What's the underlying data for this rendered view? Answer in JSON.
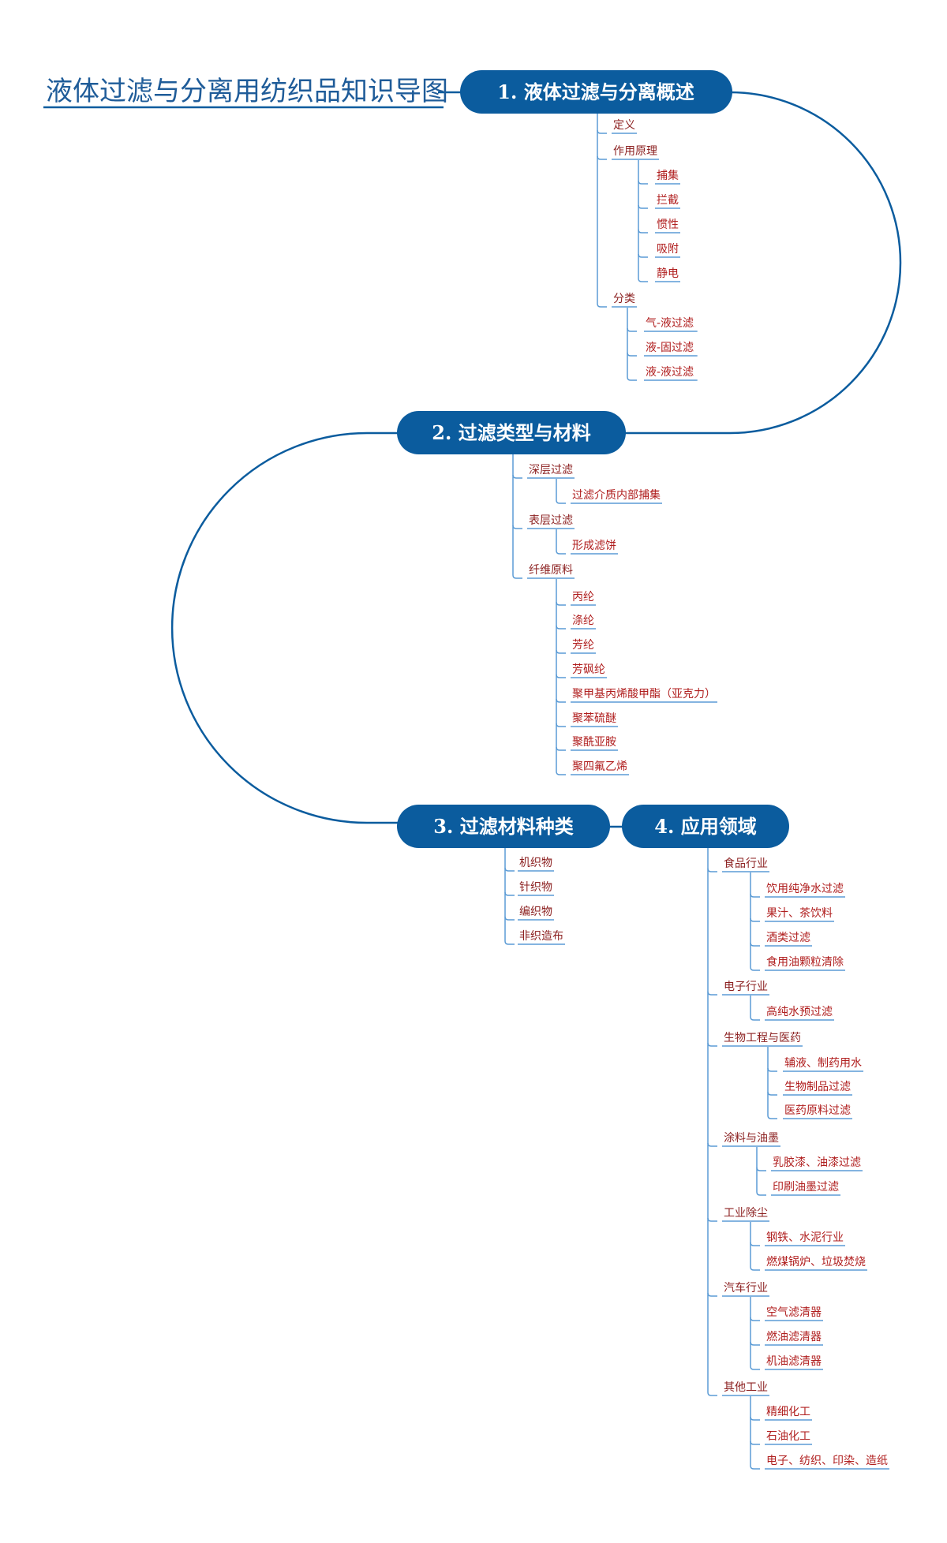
{
  "title": "液体过滤与分离用纺织品知识导图",
  "colors": {
    "primary": "#0b5c9e",
    "title_text": "#1f5c99",
    "sub_text": "#8b1f1f",
    "leaf_text": "#b01e1e",
    "line": "#5b9bd5"
  },
  "topics": [
    {
      "label": "1.  液体过滤与分离概述",
      "children": [
        {
          "label": "定义",
          "children": []
        },
        {
          "label": "作用原理",
          "children": [
            "捕集",
            "拦截",
            "惯性",
            "吸附",
            "静电"
          ]
        },
        {
          "label": "分类",
          "children": [
            "气-液过滤",
            "液-固过滤",
            "液-液过滤"
          ]
        }
      ]
    },
    {
      "label": "2.  过滤类型与材料",
      "children": [
        {
          "label": "深层过滤",
          "children": [
            "过滤介质内部捕集"
          ]
        },
        {
          "label": "表层过滤",
          "children": [
            "形成滤饼"
          ]
        },
        {
          "label": "纤维原料",
          "children": [
            "丙纶",
            "涤纶",
            "芳纶",
            "芳砜纶",
            "聚甲基丙烯酸甲酯（亚克力）",
            "聚苯硫醚",
            "聚酰亚胺",
            "聚四氟乙烯"
          ]
        }
      ]
    },
    {
      "label": "3.  过滤材料种类",
      "children": [
        {
          "label": "机织物",
          "children": []
        },
        {
          "label": "针织物",
          "children": []
        },
        {
          "label": "编织物",
          "children": []
        },
        {
          "label": "非织造布",
          "children": []
        }
      ]
    },
    {
      "label": "4.  应用领域",
      "children": [
        {
          "label": "食品行业",
          "children": [
            "饮用纯净水过滤",
            "果汁、茶饮料",
            "酒类过滤",
            "食用油颗粒清除"
          ]
        },
        {
          "label": "电子行业",
          "children": [
            "高纯水预过滤"
          ]
        },
        {
          "label": "生物工程与医药",
          "children": [
            "辅液、制药用水",
            "生物制品过滤",
            "医药原料过滤"
          ]
        },
        {
          "label": "涂料与油墨",
          "children": [
            "乳胶漆、油漆过滤",
            "印刷油墨过滤"
          ]
        },
        {
          "label": "工业除尘",
          "children": [
            "钢铁、水泥行业",
            "燃煤锅炉、垃圾焚烧"
          ]
        },
        {
          "label": "汽车行业",
          "children": [
            "空气滤清器",
            "燃油滤清器",
            "机油滤清器"
          ]
        },
        {
          "label": "其他工业",
          "children": [
            "精细化工",
            "石油化工",
            "电子、纺织、印染、造纸"
          ]
        }
      ]
    }
  ]
}
